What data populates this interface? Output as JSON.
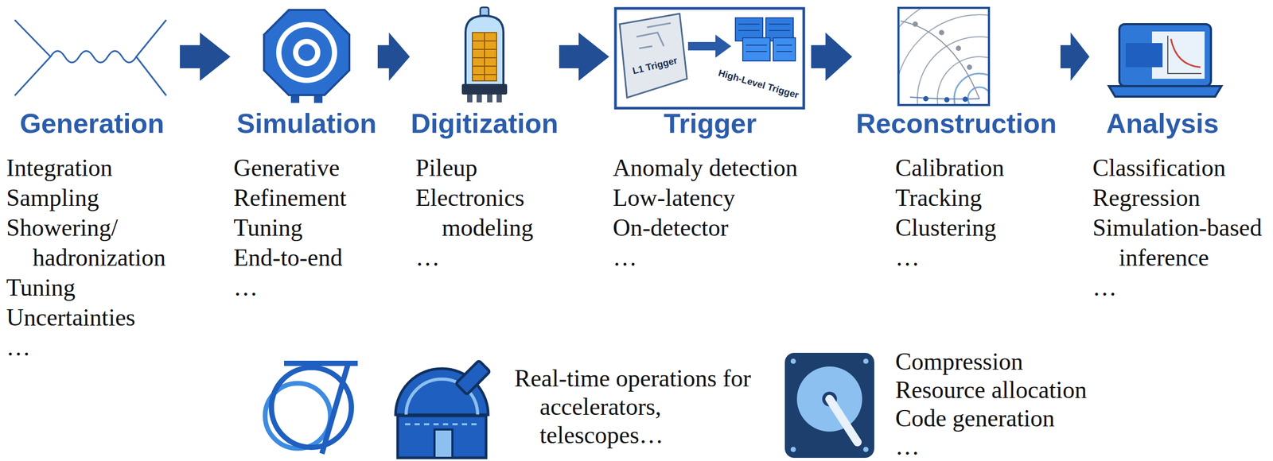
{
  "diagram": {
    "nodes": [
      {
        "text": [
          "Generation",
          "Integration",
          "Sampling",
          "Showering/ hadronization",
          "Tuning",
          "Uncertainties",
          "…"
        ]
      },
      {
        "text": [
          "Simulation",
          "Generative",
          "Refinement",
          "Tuning",
          "End-to-end",
          "…"
        ]
      },
      {
        "text": [
          "Digitization",
          "Pileup",
          "Electronics modeling",
          "…"
        ]
      },
      {
        "text": [
          "Trigger",
          "Anomaly detection",
          "Low-latency",
          "On-detector",
          "…"
        ]
      },
      {
        "text": [
          "Reconstruction",
          "Calibration",
          "Tracking",
          "Clustering",
          "…"
        ]
      },
      {
        "text": [
          "Analysis",
          "Classification",
          "Regression",
          "Simulation-based inference",
          "…"
        ]
      }
    ],
    "edges": [
      {
        "from": 0,
        "to": 1,
        "arrow": "to"
      },
      {
        "from": 1,
        "to": 2,
        "arrow": "to"
      },
      {
        "from": 2,
        "to": 3,
        "arrow": "to"
      },
      {
        "from": 3,
        "to": 4,
        "arrow": "to"
      },
      {
        "from": 4,
        "to": 5,
        "arrow": "to"
      }
    ],
    "labels": [
      "L1 Trigger",
      "High-Level Trigger",
      "Real-time operations for accelerators, telescopes…",
      "Compression",
      "Resource allocation",
      "Code generation",
      "…"
    ]
  }
}
